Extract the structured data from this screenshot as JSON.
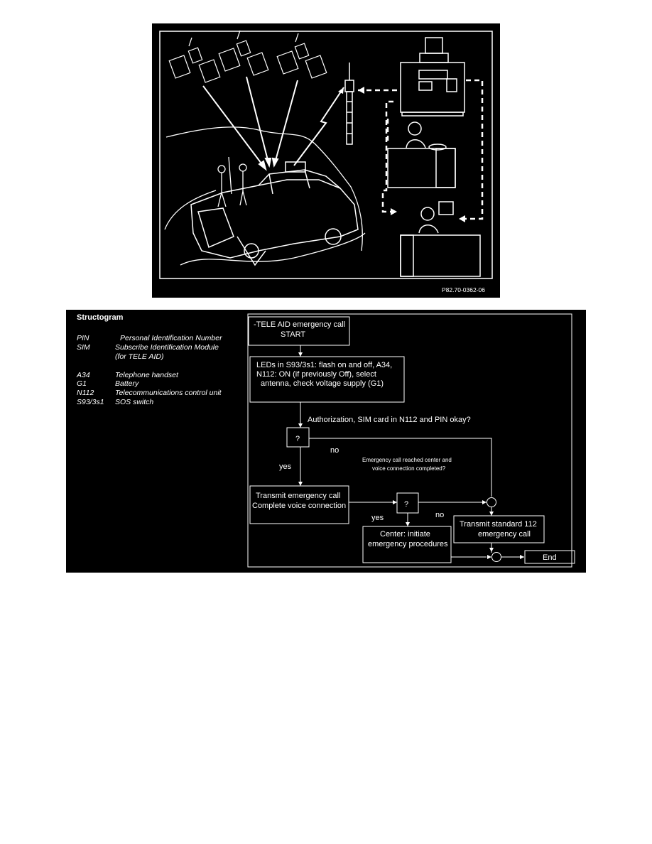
{
  "illustration": {
    "figure_id": "P82.70-0362-06"
  },
  "structogram": {
    "title": "Structogram",
    "legend": [
      {
        "key": "PIN",
        "value": "Personal Identification Number"
      },
      {
        "key": "SIM",
        "value": "Subscribe Identification Module"
      },
      {
        "key": "",
        "value": "(for TELE AID)"
      },
      {
        "key": "A34",
        "value": "Telephone handset"
      },
      {
        "key": "G1",
        "value": "Battery"
      },
      {
        "key": "N112",
        "value": "Telecommunications control unit"
      },
      {
        "key": "S93/3s1",
        "value": "SOS switch"
      }
    ],
    "flow": {
      "start": [
        "-TELE AID emergency call",
        "START"
      ],
      "leds": [
        "LEDs in S93/3s1: flash on and off, A34,",
        "N112: ON (if previously Off), select",
        "antenna, check voltage supply (G1)"
      ],
      "question1": "Authorization, SIM card in N112 and PIN okay?",
      "decision1": "?",
      "no1": "no",
      "yes1": "yes",
      "question2": [
        "Emergency call reached center and",
        "voice connection completed?"
      ],
      "transmit": [
        "Transmit emergency call",
        "Complete voice connection"
      ],
      "decision2": "?",
      "yes2": "yes",
      "no2": "no",
      "center": [
        "Center: initiate",
        "emergency procedures"
      ],
      "standard": [
        "Transmit standard 112",
        "emergency call"
      ],
      "end": "End"
    }
  }
}
